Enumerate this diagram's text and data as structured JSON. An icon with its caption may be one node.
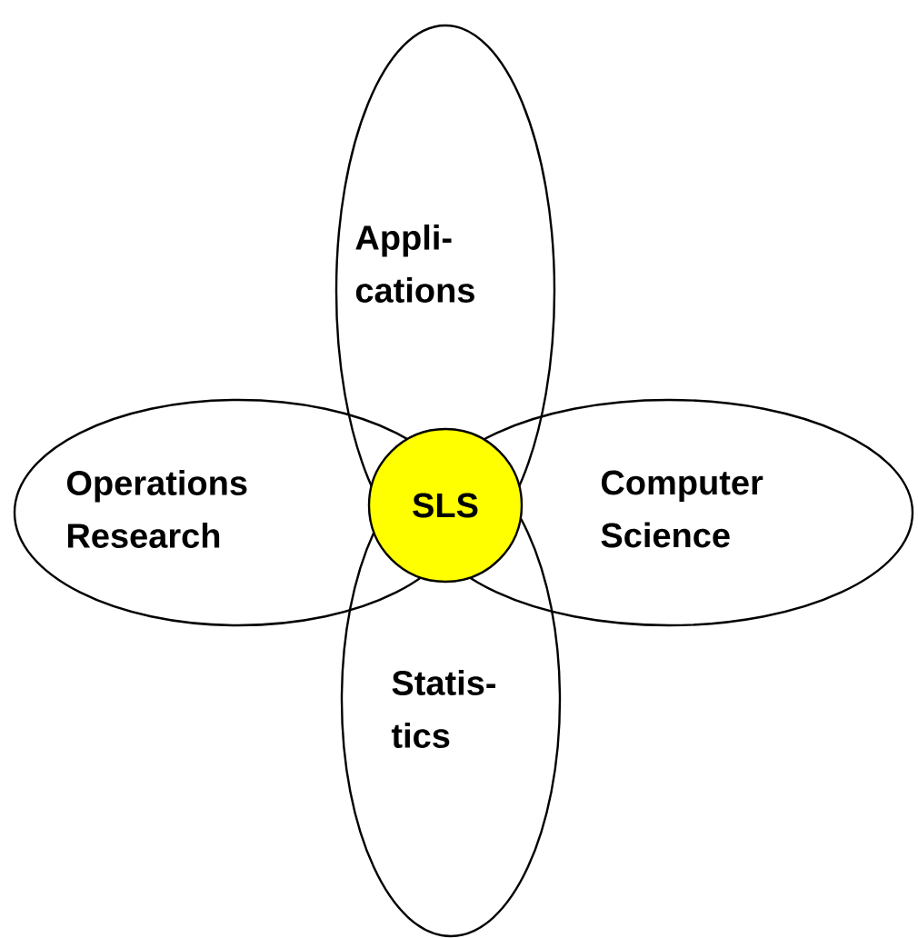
{
  "diagram": {
    "nodes": [
      {
        "text": [
          "Appli- cations"
        ]
      },
      {
        "text": [
          "Operations Research"
        ]
      },
      {
        "text": [
          "Computer Science"
        ]
      },
      {
        "text": [
          "Statis- tics"
        ]
      },
      {
        "text": [
          "SLS"
        ]
      }
    ]
  }
}
